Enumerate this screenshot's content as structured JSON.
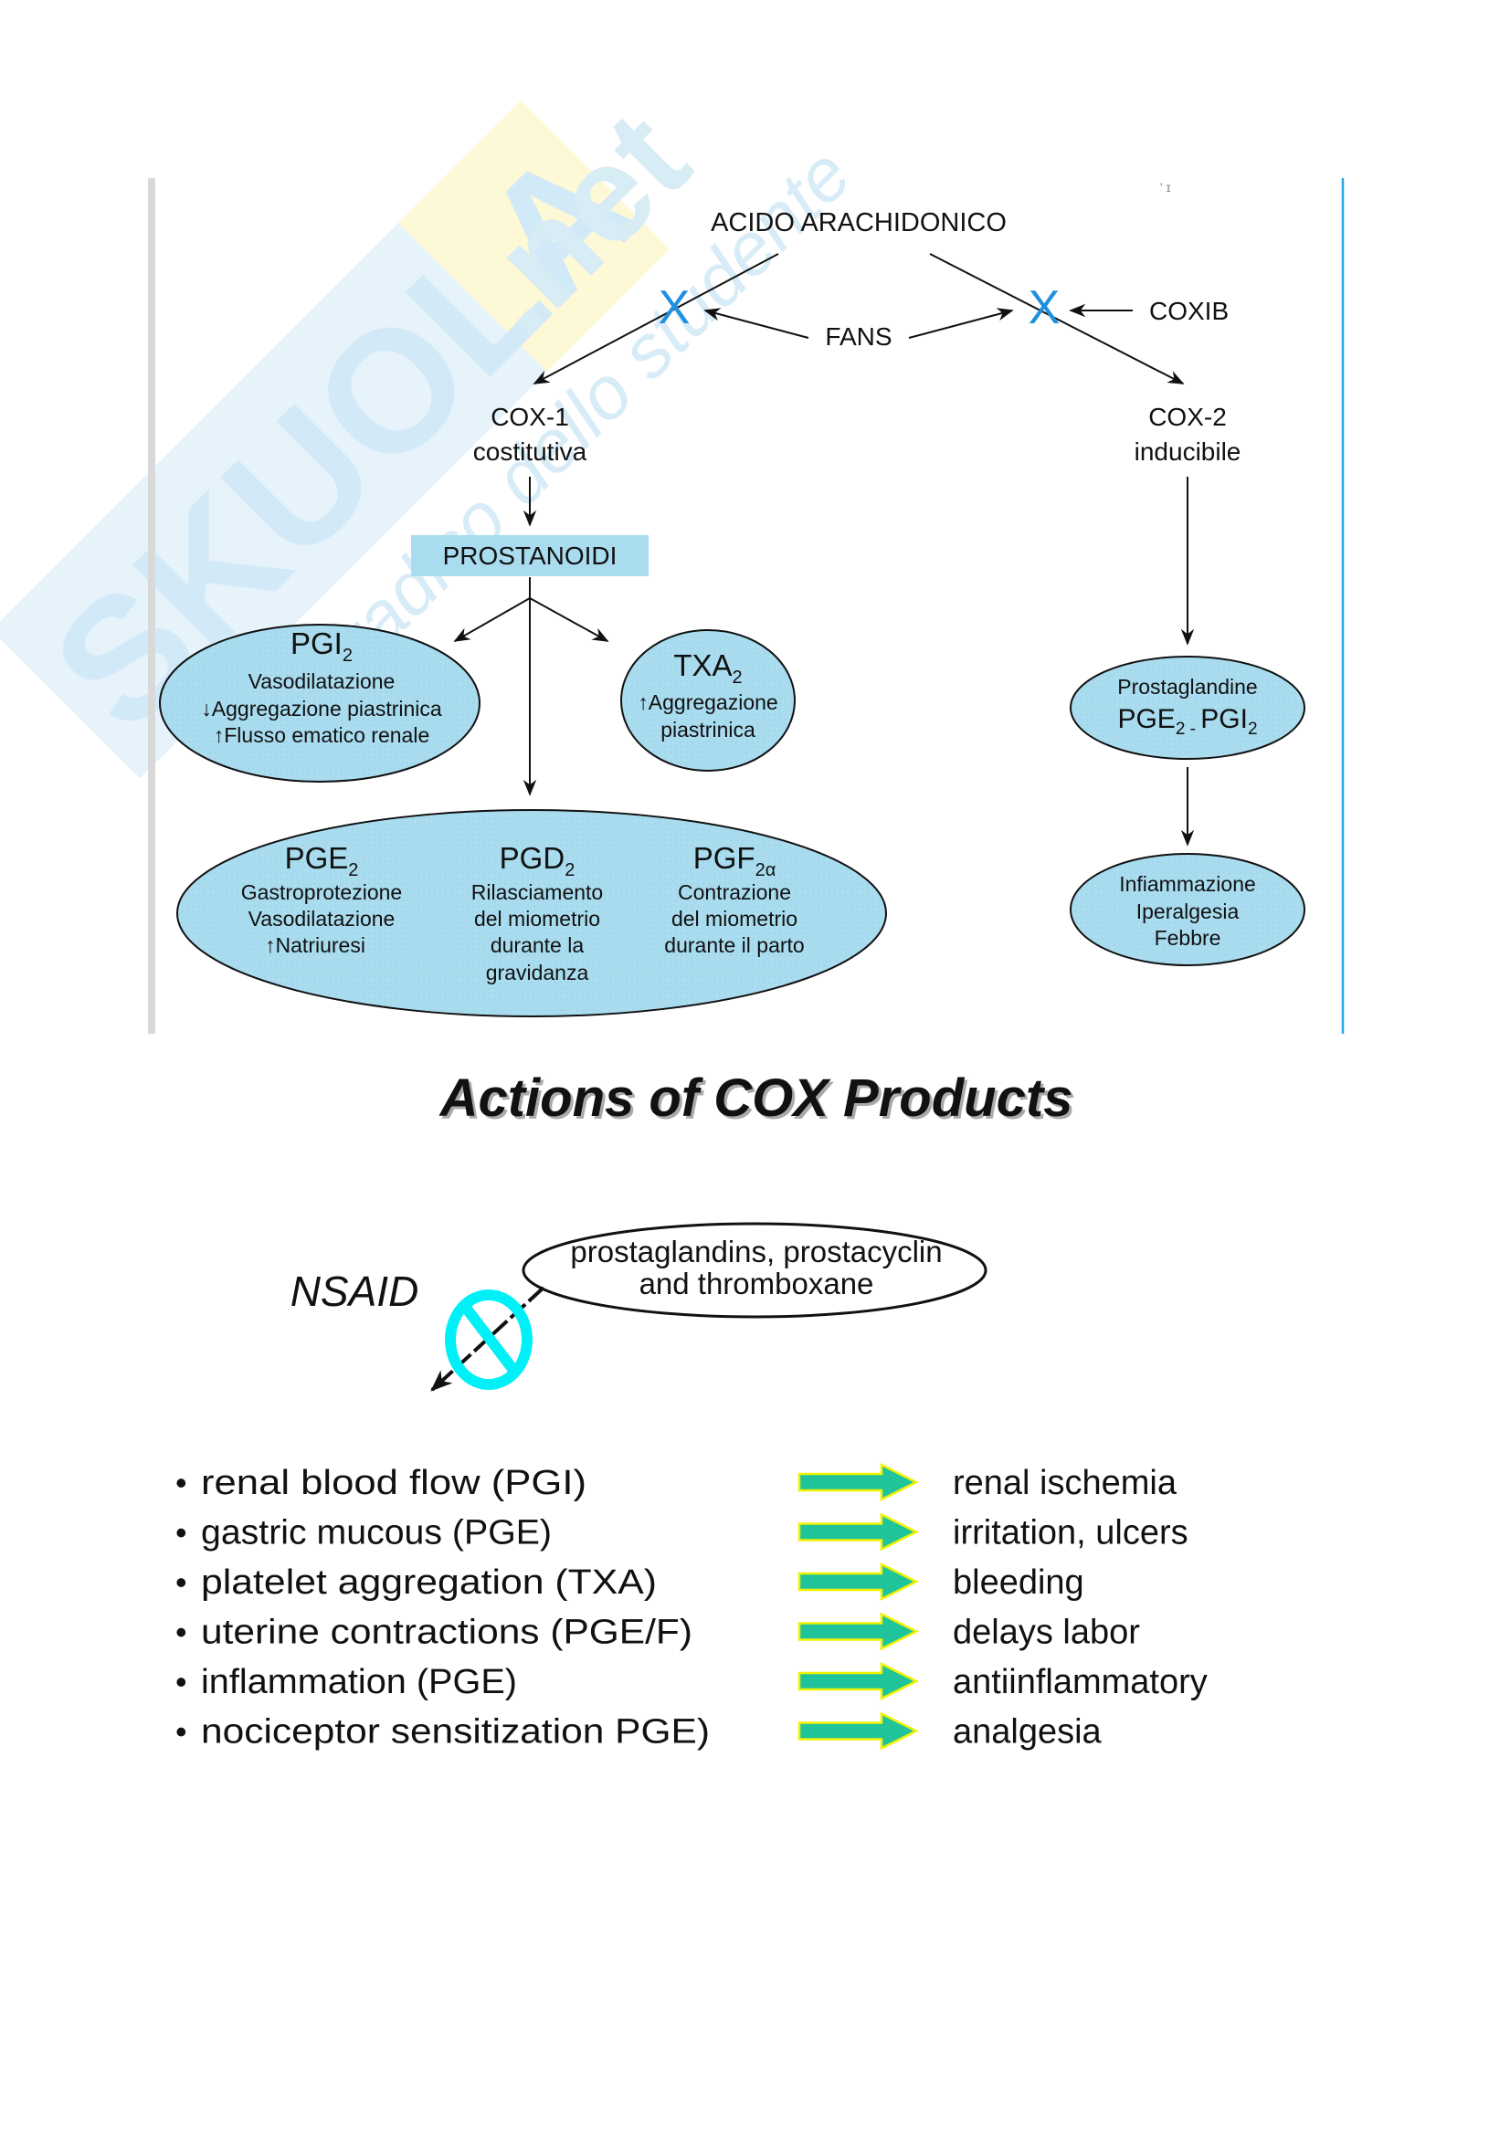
{
  "watermark": {
    "brand": "SKUOLA",
    "brand_suffix": ".net",
    "tagline": "il paradiso dello studente"
  },
  "figure1": {
    "root": "ACIDO ARACHIDONICO",
    "inhibitor_center": "FANS",
    "inhibitor_right": "COXIB",
    "block_symbol": "X",
    "cox1": {
      "name": "COX-1",
      "type": "costitutiva"
    },
    "cox2": {
      "name": "COX-2",
      "type": "inducibile"
    },
    "prostanoids_label": "PROSTANOIDI",
    "pgi2": {
      "name": "PGI",
      "sub": "2",
      "lines": [
        "Vasodilatazione",
        "Aggregazione piastrinica",
        "Flusso ematico renale"
      ],
      "arrows": [
        "",
        "↓",
        "↑"
      ]
    },
    "txa2": {
      "name": "TXA",
      "sub": "2",
      "lines": [
        "Aggregazione",
        "piastrinica"
      ],
      "arrows": [
        "↑",
        ""
      ]
    },
    "pge2": {
      "name": "PGE",
      "sub": "2",
      "lines": [
        "Gastroprotezione",
        "Vasodilatazione",
        "Natriuresi"
      ],
      "arrows": [
        "",
        "",
        "↑"
      ]
    },
    "pgd2": {
      "name": "PGD",
      "sub": "2",
      "lines": [
        "Rilasciamento",
        "del miometrio",
        "durante la",
        "gravidanza"
      ]
    },
    "pgf2a": {
      "name": "PGF",
      "sub": "2α",
      "lines": [
        "Contrazione",
        "del miometrio",
        "durante il parto"
      ]
    },
    "cox2_products": {
      "title": "Prostaglandine",
      "a": "PGE",
      "a_sub": "2",
      "sep": " - ",
      "b": "PGI",
      "b_sub": "2"
    },
    "cox2_effects": [
      "Infiammazione",
      "Iperalgesia",
      "Febbre"
    ]
  },
  "figure2": {
    "title": "Actions of COX Products",
    "bubble": [
      "prostaglandins, prostacyclin",
      "and thromboxane"
    ],
    "drug_label": "NSAID",
    "rows": [
      {
        "bullet": "•",
        "cause": "renal blood flow (PGI)",
        "effect": "renal ischemia"
      },
      {
        "bullet": "•",
        "cause": "gastric mucous (PGE)",
        "effect": "irritation, ulcers"
      },
      {
        "bullet": "•",
        "cause": "platelet aggregation (TXA)",
        "effect": "bleeding"
      },
      {
        "bullet": "•",
        "cause": "uterine contractions (PGE/F)",
        "effect": "delays labor"
      },
      {
        "bullet": "•",
        "cause": "inflammation (PGE)",
        "effect": "antiinflammatory"
      },
      {
        "bullet": "•",
        "cause": "nociceptor sensitization PGE)",
        "effect": "analgesia"
      }
    ]
  },
  "colors": {
    "ellipse_fill": "#a9dcef",
    "box_fill": "#a9dcef",
    "block_x": "#1f8fe0",
    "frame_line": "#2aa3e0",
    "no_sign": "#00f0f8",
    "row_arrow": "#1fc49a",
    "row_arrow_outline": "#f2f200",
    "watermark_blue": "#d7ecf8",
    "watermark_yellow": "#fdf8cf"
  }
}
